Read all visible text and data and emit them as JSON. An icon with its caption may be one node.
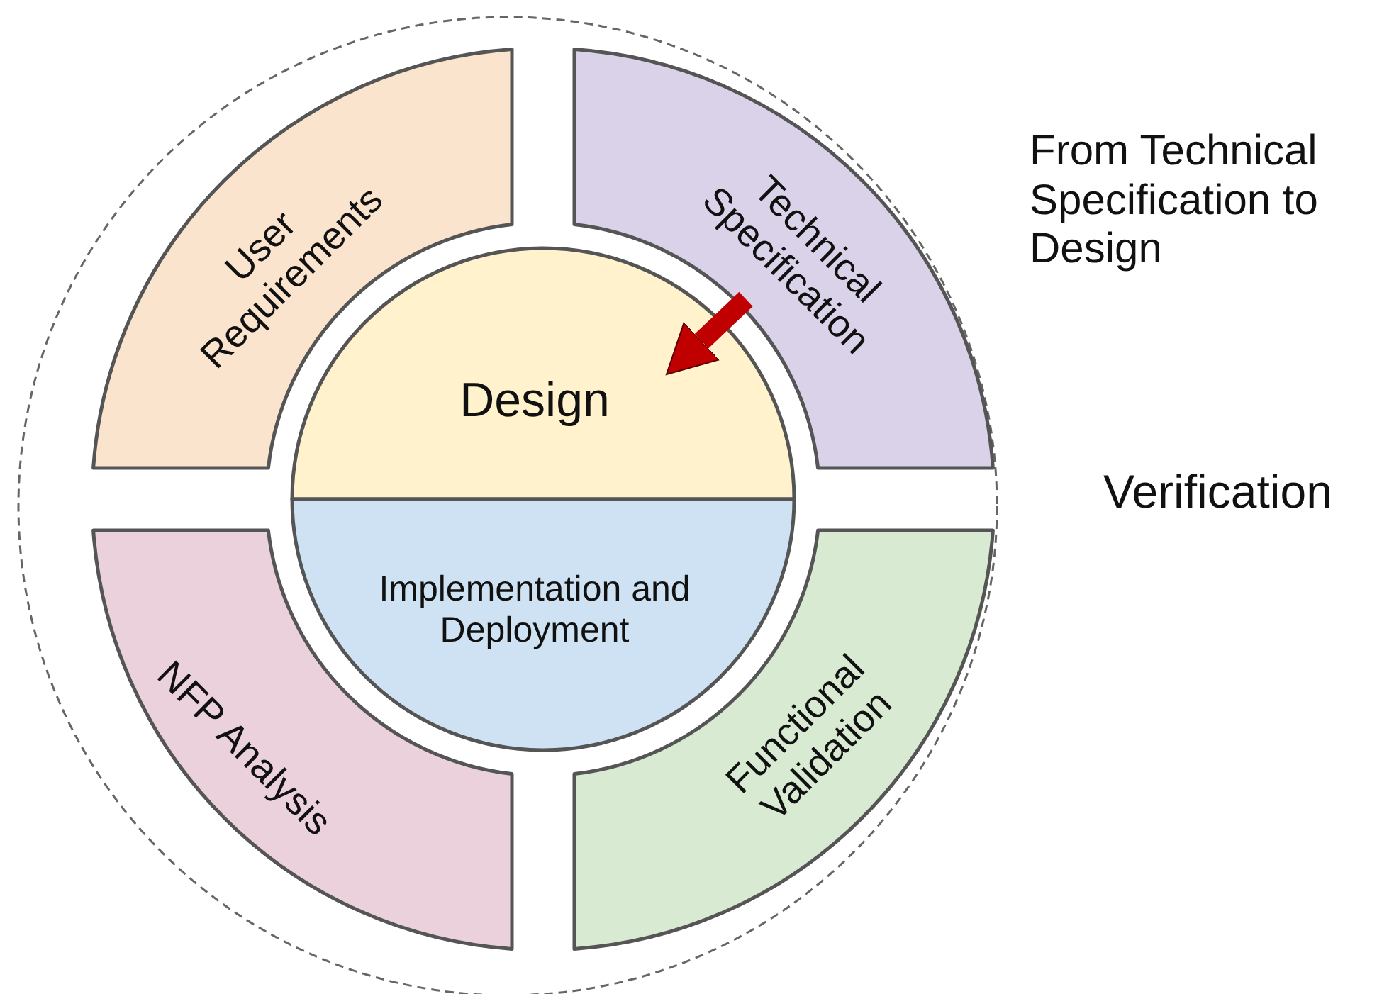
{
  "diagram": {
    "nodes": [
      {
        "text": [],
        "shape": "circle"
      },
      {
        "text": [
          "User Requirements"
        ],
        "in": 0
      },
      {
        "text": [
          "Technical Specification"
        ],
        "in": 0
      },
      {
        "text": [
          "Design"
        ],
        "in": 0
      },
      {
        "text": [
          "Implementation and Deployment"
        ],
        "in": 0
      },
      {
        "text": [
          "NFP Analysis"
        ],
        "in": 0
      },
      {
        "text": [
          "Functional Validation"
        ],
        "in": 0
      }
    ],
    "edges": [
      {
        "from": 2,
        "to": 3,
        "arrow": "to",
        "color": "#c00000"
      }
    ],
    "labels": [
      "From Technical Specification to Design",
      "Verification"
    ]
  }
}
